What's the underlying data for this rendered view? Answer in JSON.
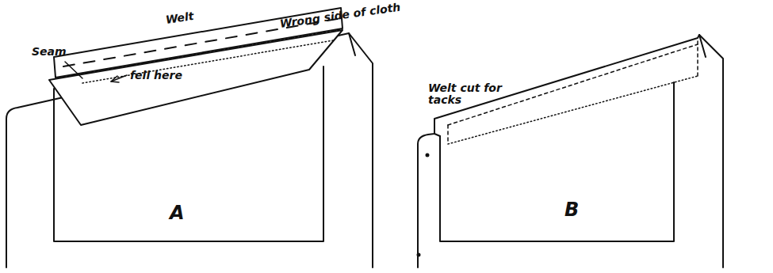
{
  "diagram": {
    "labels": [
      "Wrong side of cloth",
      "Welt",
      "Seam",
      "fell here",
      "A",
      "Welt cut for tacks",
      "B"
    ]
  }
}
